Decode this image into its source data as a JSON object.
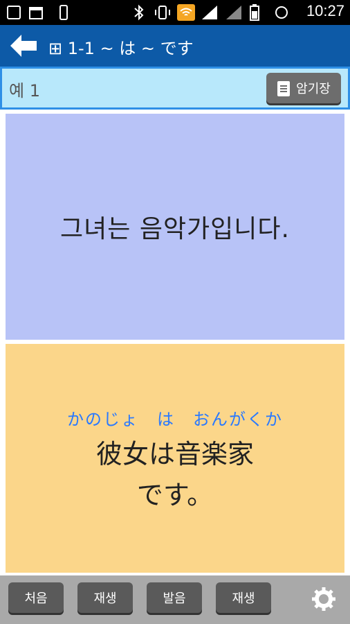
{
  "status_bar": {
    "time": "10:27",
    "battery_percent": "",
    "icons": [
      "bluetooth-icon",
      "vibrate-icon",
      "wifi-icon",
      "signal-icon",
      "battery-icon",
      "notification-icon"
    ]
  },
  "title_bar": {
    "title": "⊞ 1-1 ~ は ~ です"
  },
  "search": {
    "value": "예 1",
    "placeholder": ""
  },
  "memo_button": {
    "label": "암기장"
  },
  "korean_card": {
    "text": "그녀는 음악가입니다."
  },
  "japanese_card": {
    "reading": "かのじょ　は　おんがくか",
    "text_line1": "彼女は音楽家",
    "text_line2": "です。"
  },
  "bottom_bar": {
    "prev": "처음",
    "play": "재생",
    "speak": "발음",
    "save": "재생"
  }
}
